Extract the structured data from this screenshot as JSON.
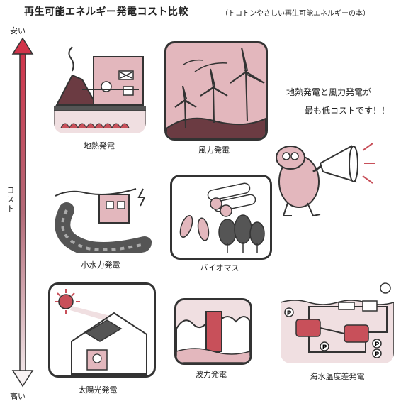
{
  "title": "再生可能エネルギー発電コスト比較",
  "subtitle": "（トコトンやさしい再生可能エネルギーの本）",
  "axis": {
    "top": "安い",
    "middle": "コスト",
    "bottom": "高い"
  },
  "panels": {
    "geothermal": "地熱発電",
    "wind": "風力発電",
    "small_hydro": "小水力発電",
    "biomass": "バイオマス",
    "solar": "太陽光発電",
    "wave": "波力発電",
    "otec": "海水温度差発電"
  },
  "speech": {
    "line1": "地熱発電と風力発電が",
    "line2": "最も低コストです！！"
  },
  "otec_labels": {
    "p": "P"
  },
  "colors": {
    "accent": "#c8505a",
    "panel_fill": "#e3b7bd",
    "line": "#333333"
  }
}
